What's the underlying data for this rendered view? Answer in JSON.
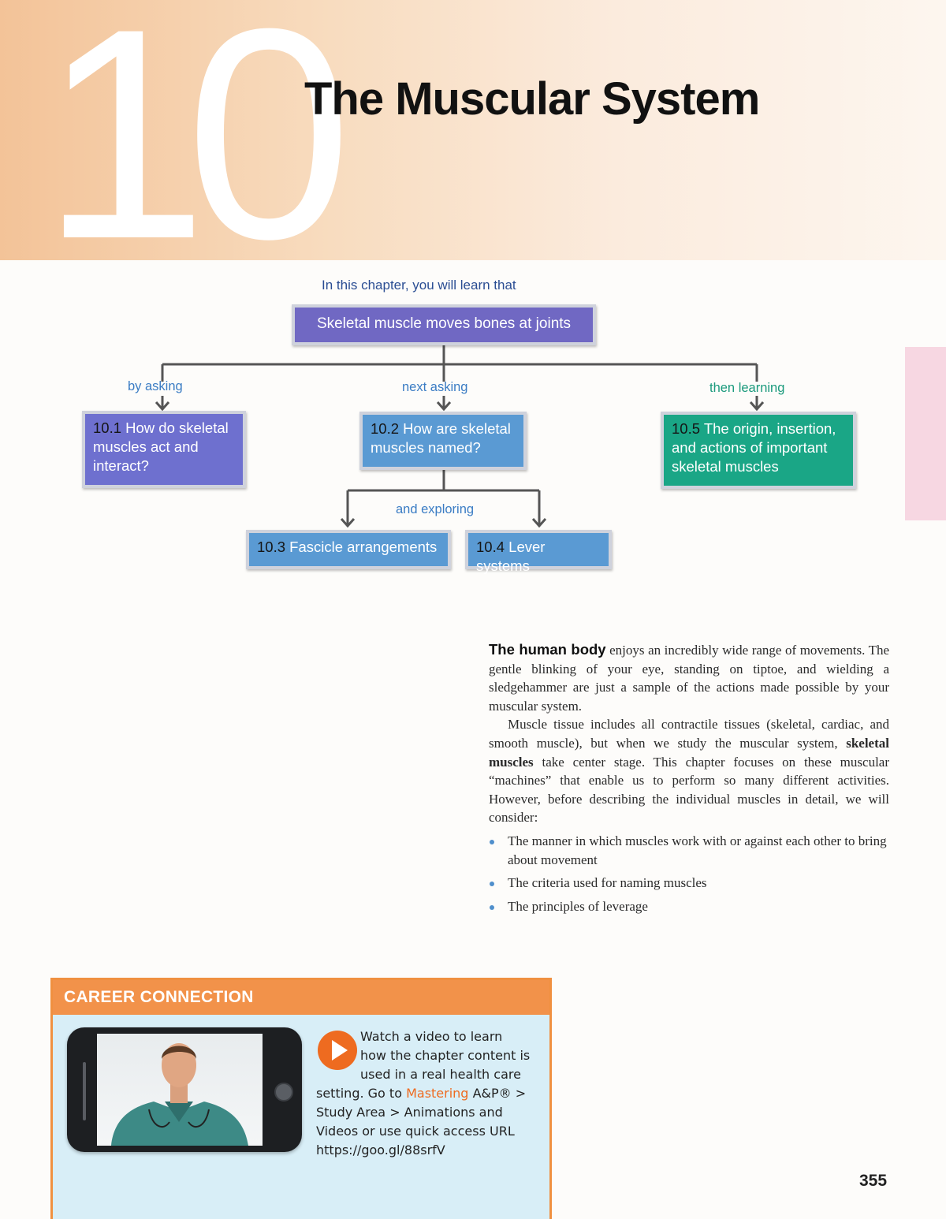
{
  "chapter": {
    "number": "10",
    "title": "The Muscular System"
  },
  "concept_map": {
    "intro": "In this chapter, you will learn that",
    "main": "Skeletal muscle moves bones at joints",
    "connectors": {
      "left": "by asking",
      "center": "next asking",
      "right": "then learning",
      "lower": "and exploring"
    },
    "boxes": [
      {
        "num": "10.1",
        "text": "How do skeletal muscles act and interact?"
      },
      {
        "num": "10.2",
        "text": "How are skeletal muscles named?"
      },
      {
        "num": "10.3",
        "text": "Fascicle arrangements"
      },
      {
        "num": "10.4",
        "text": "Lever systems"
      },
      {
        "num": "10.5",
        "text": "The origin, insertion, and actions of important skeletal muscles"
      }
    ]
  },
  "body": {
    "lead": "The human body",
    "p1_rest": "enjoys an incredibly wide range of movements. The gentle blinking of your eye, standing on tiptoe, and wielding a sledgehammer are just a sample of the actions made possible by your muscular system.",
    "p2_a": "Muscle tissue includes all contractile tissues (skeletal, cardiac, and smooth muscle), but when we study the muscular system,",
    "p2_bold": "skeletal muscles",
    "p2_b": "take center stage. This chapter focuses on these muscular “machines” that enable us to perform so many different activities. However, before describing the individual muscles in detail, we will consider:",
    "bullets": [
      "The manner in which muscles work with or against each other to bring about movement",
      "The criteria used for naming muscles",
      "The principles of leverage"
    ]
  },
  "career": {
    "heading": "CAREER CONNECTION",
    "text_1": "Watch a video to learn",
    "text_2": "how the chapter content is",
    "text_3": "used in a real health care",
    "text_4a": "setting. Go to",
    "mastering": "Mastering",
    "text_4b": "A&P® >",
    "text_5": "Study Area > Animations and",
    "text_6": "Videos or use quick access URL",
    "url": "https://goo.gl/88srfV"
  },
  "page_number": "355",
  "colors": {
    "banner": "#f3c398",
    "map_purple": "#6e70cf",
    "map_blue": "#5a9ad3",
    "map_teal": "#1aa686",
    "career_orange": "#f2924a",
    "career_bg": "#d8eef7"
  }
}
